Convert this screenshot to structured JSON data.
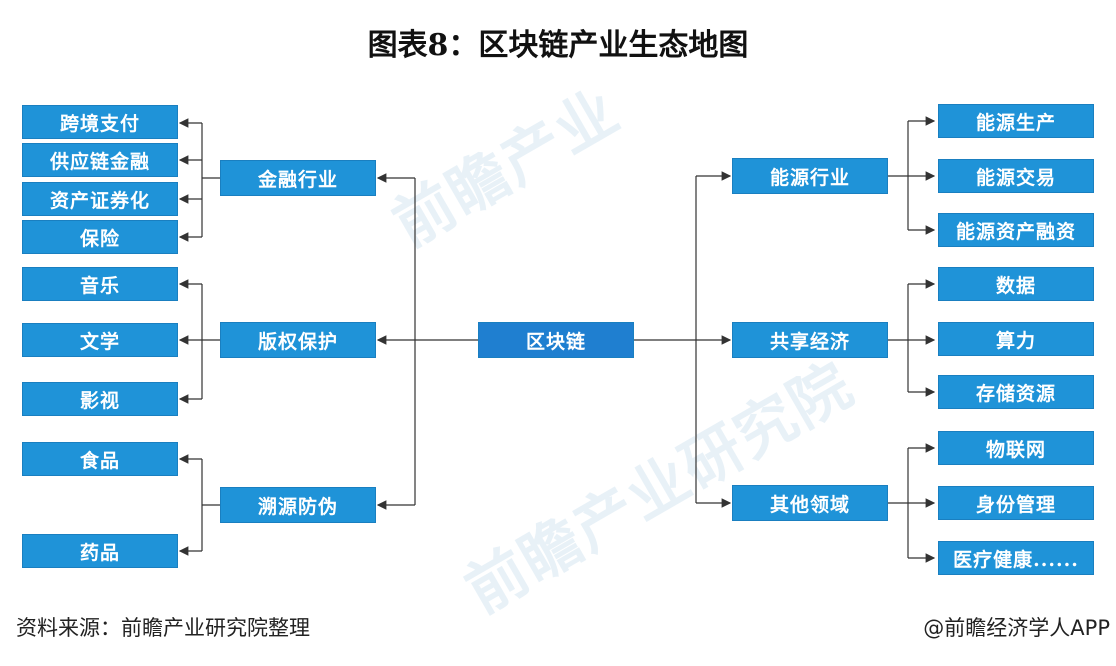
{
  "title": "图表8：区块链产业生态地图",
  "center": "区块链",
  "left": [
    {
      "label": "金融行业",
      "children": [
        "跨境支付",
        "供应链金融",
        "资产证券化",
        "保险"
      ]
    },
    {
      "label": "版权保护",
      "children": [
        "音乐",
        "文学",
        "影视"
      ]
    },
    {
      "label": "溯源防伪",
      "children": [
        "食品",
        "药品"
      ]
    }
  ],
  "right": [
    {
      "label": "能源行业",
      "children": [
        "能源生产",
        "能源交易",
        "能源资产融资"
      ]
    },
    {
      "label": "共享经济",
      "children": [
        "数据",
        "算力",
        "存储资源"
      ]
    },
    {
      "label": "其他领域",
      "children": [
        "物联网",
        "身份管理",
        "医疗健康......"
      ]
    }
  ],
  "watermark": [
    "前瞻产业",
    "前瞻产业研究院"
  ],
  "source": "资料来源：前瞻产业研究院整理",
  "credit": "@前瞻经济学人APP",
  "colors": {
    "box": "#1f93d8",
    "line": "#333333"
  }
}
